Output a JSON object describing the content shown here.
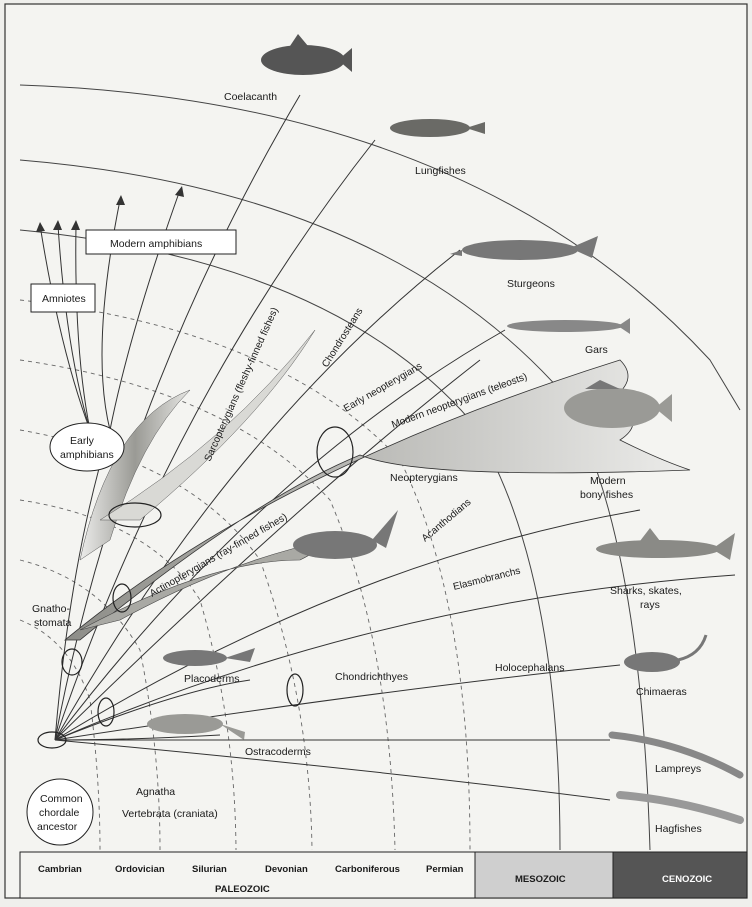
{
  "labels": {
    "coelacanth": "Coelacanth",
    "lungfishes": "Lungfishes",
    "modern_amphibians": "Modern amphibians",
    "amniotes": "Amniotes",
    "early_amphibians_1": "Early",
    "early_amphibians_2": "amphibians",
    "sarcopterygians": "Sarcopterygians (fleshy-finned fishes)",
    "chondrosteans": "Chondrosteans",
    "sturgeons": "Sturgeons",
    "gars": "Gars",
    "early_neopterygians": "Early neopterygians",
    "modern_neopterygians": "Modern neopterygians (teleosts)",
    "neopterygians": "Neopterygians",
    "modern_bony_1": "Modern",
    "modern_bony_2": "bony fishes",
    "actinopterygians": "Actinopterygians (ray-finned fishes)",
    "acanthodians": "Acanthodians",
    "elasmobranchs": "Elasmobranchs",
    "sharks_1": "Sharks, skates,",
    "sharks_2": "rays",
    "gnathostomata_1": "Gnatho-",
    "gnathostomata_2": "stomata",
    "placoderms": "Placoderms",
    "chondrichthyes": "Chondrichthyes",
    "holocephalans": "Holocephalans",
    "chimaeras": "Chimaeras",
    "ostracoderms": "Ostracoderms",
    "lampreys": "Lampreys",
    "agnatha": "Agnatha",
    "vertebrata": "Vertebrata (craniata)",
    "hagfishes": "Hagfishes",
    "ancestor_1": "Common",
    "ancestor_2": "chordale",
    "ancestor_3": "ancestor"
  },
  "timeline": {
    "periods": [
      "Cambrian",
      "Ordovician",
      "Silurian",
      "Devonian",
      "Carboniferous",
      "Permian"
    ],
    "paleozoic": "PALEOZOIC",
    "mesozoic": "MESOZOIC",
    "cenozoic": "CENOZOIC"
  },
  "colors": {
    "background": "#efefec",
    "ink": "#1a1a1a",
    "cenozoic_band": "#555555",
    "mesozoic_band": "#cfcfcf",
    "fan_shade": "#c9c9c4"
  },
  "icons": [
    "coelacanth-icon",
    "lungfish-icon",
    "sturgeon-icon",
    "gar-icon",
    "perch-icon",
    "acanthodian-icon",
    "shark-icon",
    "placoderm-icon",
    "chimaera-icon",
    "ostracoderm-icon",
    "lamprey-icon",
    "hagfish-icon"
  ]
}
